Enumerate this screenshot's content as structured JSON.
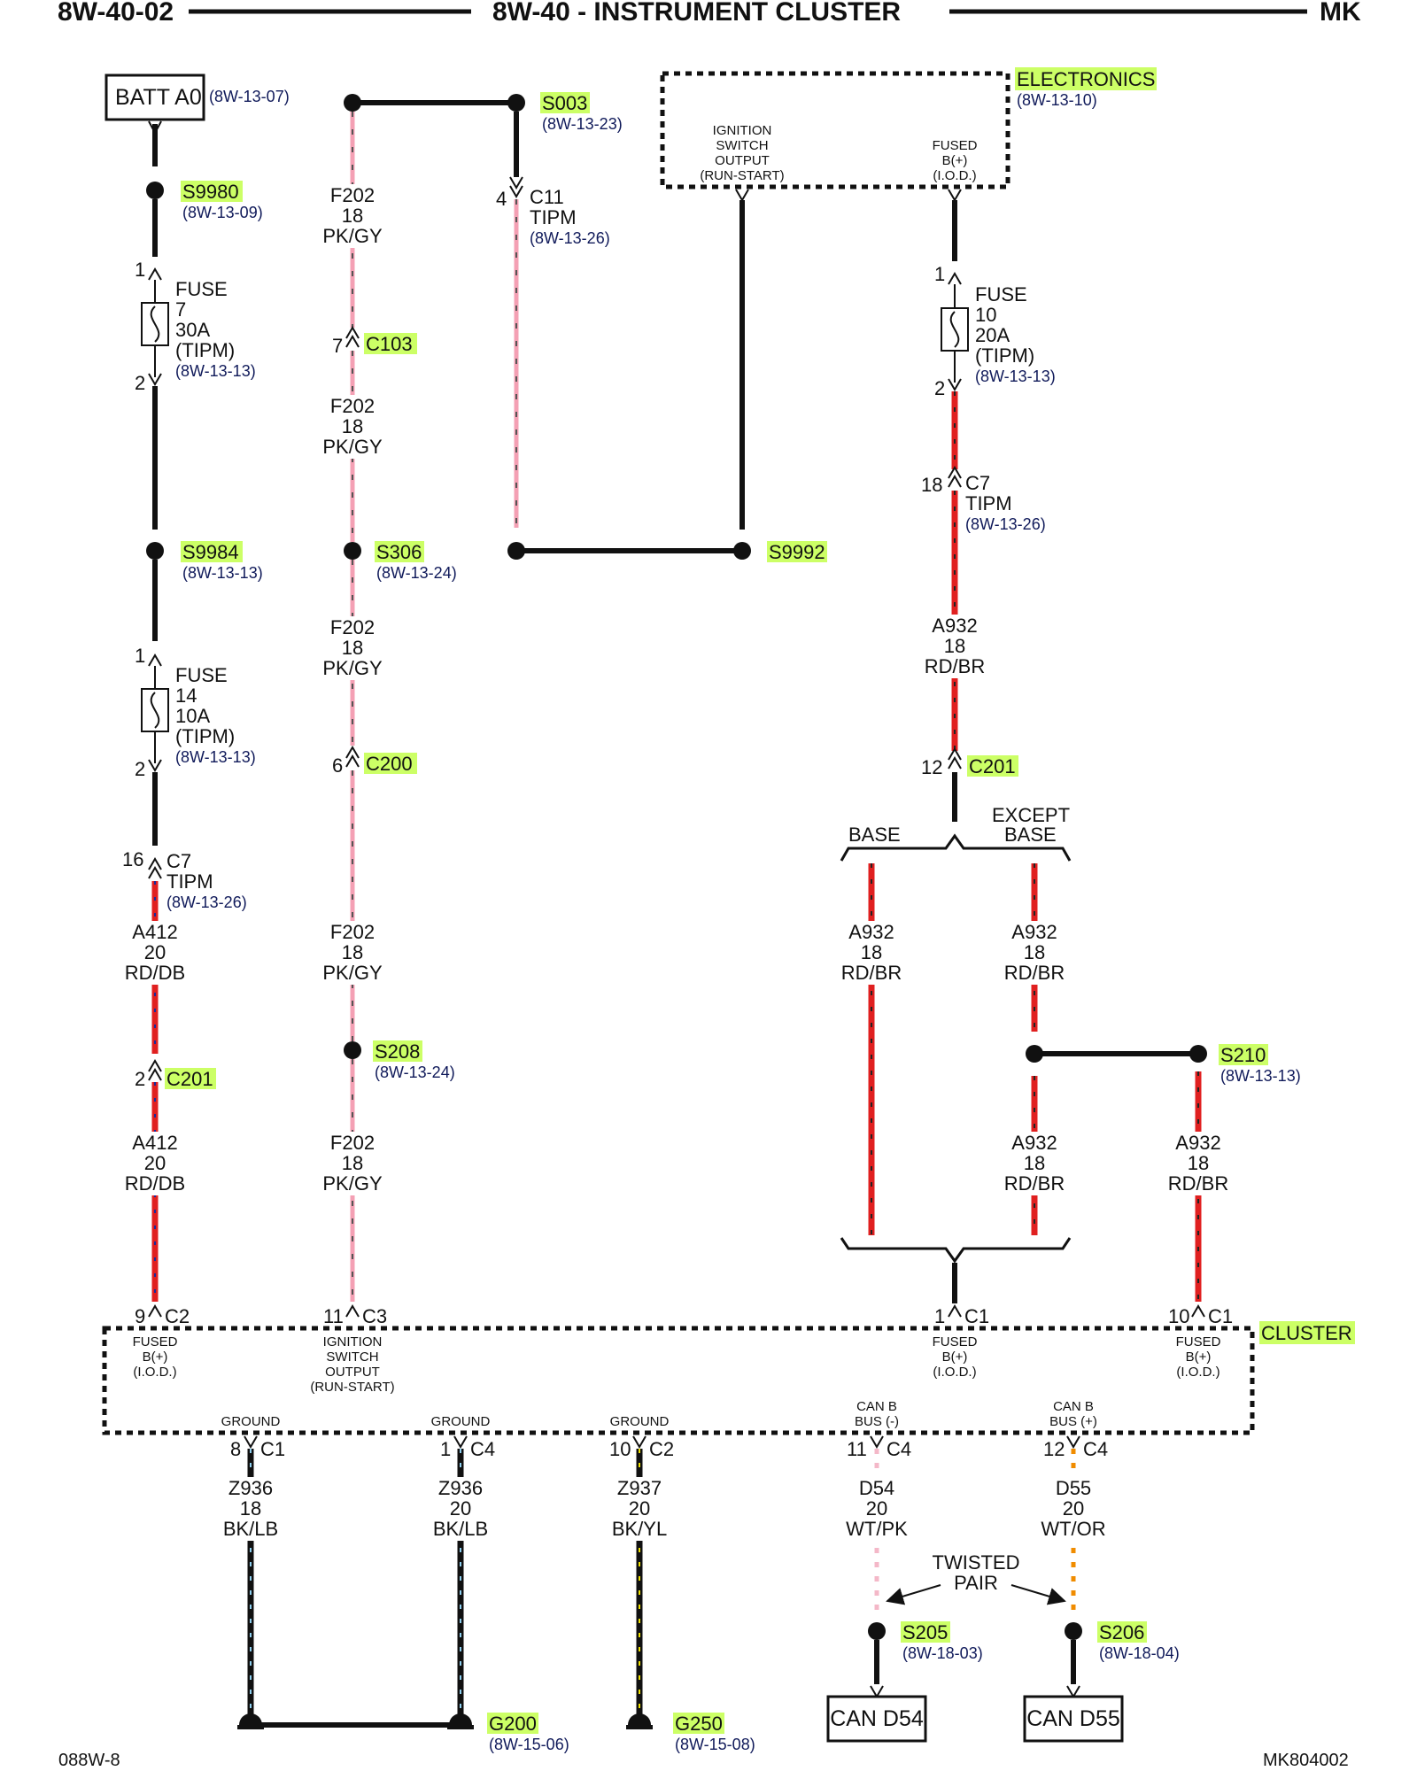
{
  "header": {
    "left": "8W-40-02",
    "center": "8W-40 - INSTRUMENT CLUSTER",
    "right": "MK"
  },
  "footer": {
    "left": "088W-8",
    "right": "MK804002"
  },
  "colors": {
    "highlight": "#ccff66",
    "red_wire": "#e02020",
    "pink_wire": "#f4a0b4",
    "ref_text": "#101a5a"
  },
  "sources": {
    "batt": {
      "label": "BATT A0",
      "ref": "(8W-13-07)"
    },
    "electronics": {
      "label": "ELECTRONICS",
      "ref": "(8W-13-10)",
      "pin_a": [
        "IGNITION",
        "SWITCH",
        "OUTPUT",
        "(RUN-START)"
      ],
      "pin_b": [
        "FUSED",
        "B(+)",
        "(I.O.D.)"
      ]
    }
  },
  "splices": [
    {
      "id": "S9980",
      "ref": "(8W-13-09)"
    },
    {
      "id": "S9984",
      "ref": "(8W-13-13)"
    },
    {
      "id": "S003",
      "ref": "(8W-13-23)"
    },
    {
      "id": "S306",
      "ref": "(8W-13-24)"
    },
    {
      "id": "S208",
      "ref": "(8W-13-24)"
    },
    {
      "id": "S9992",
      "ref": ""
    },
    {
      "id": "S210",
      "ref": "(8W-13-13)"
    },
    {
      "id": "S205",
      "ref": "(8W-18-03)"
    },
    {
      "id": "S206",
      "ref": "(8W-18-04)"
    }
  ],
  "fuses": [
    {
      "lines": [
        "FUSE",
        "7",
        "30A",
        "(TIPM)"
      ],
      "ref": "(8W-13-13)",
      "pin_in": "1",
      "pin_out": "2"
    },
    {
      "lines": [
        "FUSE",
        "14",
        "10A",
        "(TIPM)"
      ],
      "ref": "(8W-13-13)",
      "pin_in": "1",
      "pin_out": "2"
    },
    {
      "lines": [
        "FUSE",
        "10",
        "20A",
        "(TIPM)"
      ],
      "ref": "(8W-13-13)",
      "pin_in": "1",
      "pin_out": "2"
    }
  ],
  "connectors": [
    {
      "pin": "4",
      "lines": [
        "C11",
        "TIPM"
      ],
      "ref": "(8W-13-26)"
    },
    {
      "pin": "7",
      "lines": [
        "C103"
      ],
      "ref": ""
    },
    {
      "pin": "6",
      "lines": [
        "C200"
      ],
      "ref": ""
    },
    {
      "pin": "16",
      "lines": [
        "C7",
        "TIPM"
      ],
      "ref": "(8W-13-26)"
    },
    {
      "pin": "2",
      "lines": [
        "C201"
      ],
      "ref": ""
    },
    {
      "pin": "18",
      "lines": [
        "C7",
        "TIPM"
      ],
      "ref": "(8W-13-26)"
    },
    {
      "pin": "12",
      "lines": [
        "C201"
      ],
      "ref": ""
    }
  ],
  "wires": [
    {
      "circuit": "F202",
      "gauge": "18",
      "color": "PK/GY"
    },
    {
      "circuit": "F202",
      "gauge": "18",
      "color": "PK/GY"
    },
    {
      "circuit": "F202",
      "gauge": "18",
      "color": "PK/GY"
    },
    {
      "circuit": "F202",
      "gauge": "18",
      "color": "PK/GY"
    },
    {
      "circuit": "F202",
      "gauge": "18",
      "color": "PK/GY"
    },
    {
      "circuit": "A412",
      "gauge": "20",
      "color": "RD/DB"
    },
    {
      "circuit": "A412",
      "gauge": "20",
      "color": "RD/DB"
    },
    {
      "circuit": "A932",
      "gauge": "18",
      "color": "RD/BR"
    },
    {
      "circuit": "A932",
      "gauge": "18",
      "color": "RD/BR"
    },
    {
      "circuit": "A932",
      "gauge": "18",
      "color": "RD/BR"
    },
    {
      "circuit": "A932",
      "gauge": "18",
      "color": "RD/BR"
    },
    {
      "circuit": "A932",
      "gauge": "18",
      "color": "RD/BR"
    },
    {
      "circuit": "Z936",
      "gauge": "18",
      "color": "BK/LB"
    },
    {
      "circuit": "Z936",
      "gauge": "20",
      "color": "BK/LB"
    },
    {
      "circuit": "Z937",
      "gauge": "20",
      "color": "BK/YL"
    },
    {
      "circuit": "D54",
      "gauge": "20",
      "color": "WT/PK"
    },
    {
      "circuit": "D55",
      "gauge": "20",
      "color": "WT/OR"
    }
  ],
  "options": {
    "base": "BASE",
    "except_base": [
      "EXCEPT",
      "BASE"
    ]
  },
  "cluster": {
    "label": "CLUSTER",
    "top_pins": [
      {
        "pin": "9",
        "conn": "C2",
        "desc": [
          "FUSED",
          "B(+)",
          "(I.O.D.)"
        ]
      },
      {
        "pin": "11",
        "conn": "C3",
        "desc": [
          "IGNITION",
          "SWITCH",
          "OUTPUT",
          "(RUN-START)"
        ]
      },
      {
        "pin": "1",
        "conn": "C1",
        "desc": [
          "FUSED",
          "B(+)",
          "(I.O.D.)"
        ]
      },
      {
        "pin": "10",
        "conn": "C1",
        "desc": [
          "FUSED",
          "B(+)",
          "(I.O.D.)"
        ]
      }
    ],
    "bottom_pins": [
      {
        "pin": "8",
        "conn": "C1",
        "desc": [
          "GROUND"
        ]
      },
      {
        "pin": "1",
        "conn": "C4",
        "desc": [
          "GROUND"
        ]
      },
      {
        "pin": "10",
        "conn": "C2",
        "desc": [
          "GROUND"
        ]
      },
      {
        "pin": "11",
        "conn": "C4",
        "desc": [
          "CAN B",
          "BUS (-)"
        ]
      },
      {
        "pin": "12",
        "conn": "C4",
        "desc": [
          "CAN B",
          "BUS (+)"
        ]
      }
    ]
  },
  "twisted_pair": [
    "TWISTED",
    "PAIR"
  ],
  "grounds": [
    {
      "id": "G200",
      "ref": "(8W-15-06)"
    },
    {
      "id": "G250",
      "ref": "(8W-15-08)"
    }
  ],
  "terminals": [
    {
      "label": "CAN D54"
    },
    {
      "label": "CAN D55"
    }
  ]
}
